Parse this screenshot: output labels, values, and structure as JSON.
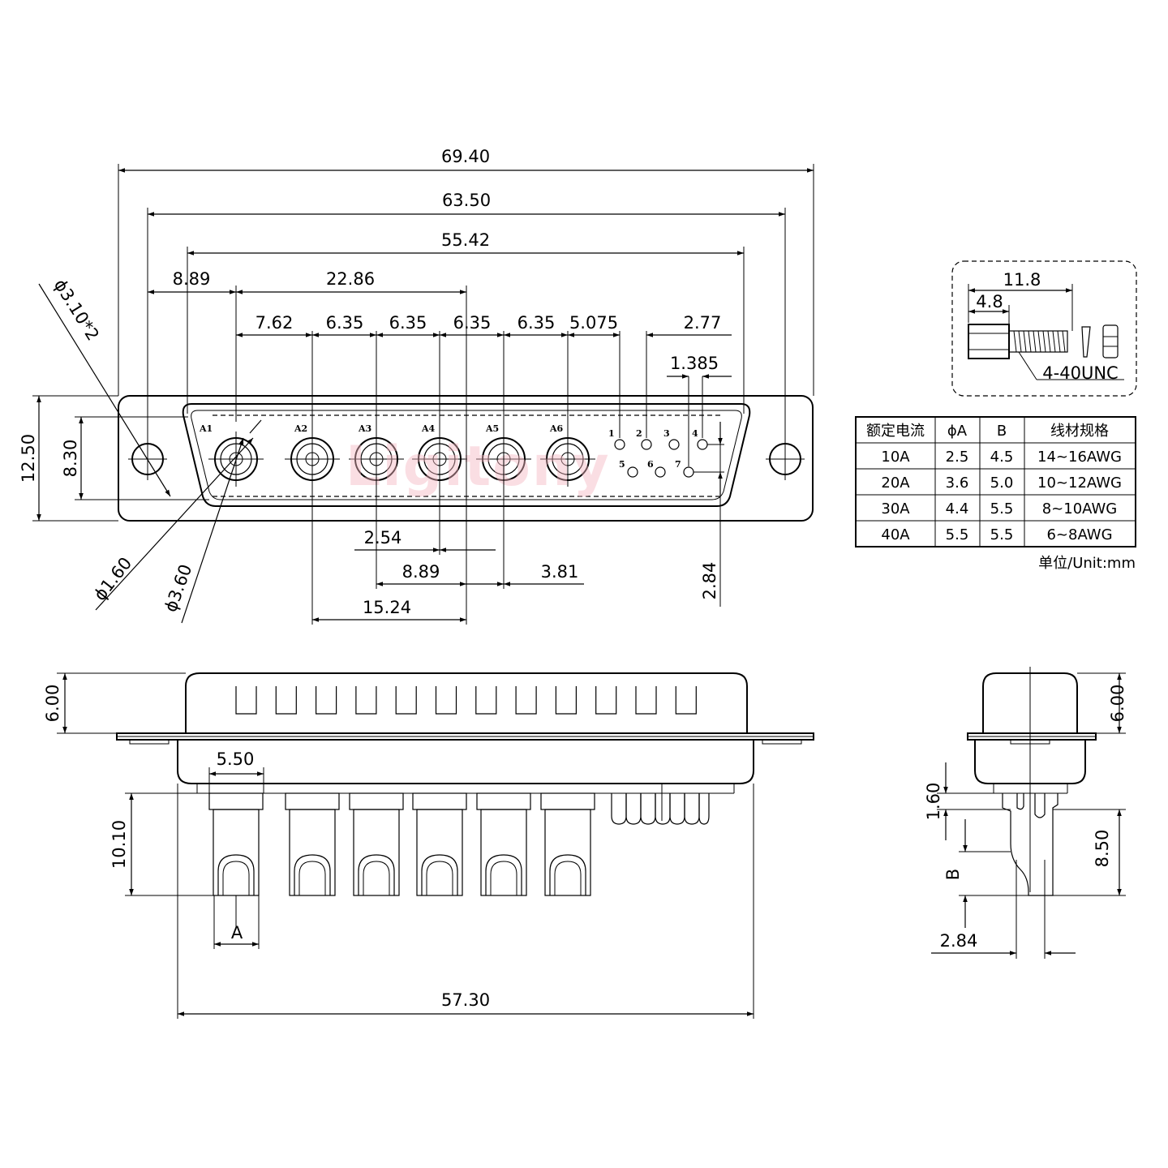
{
  "watermark": "Ligitony",
  "front_view": {
    "pin_labels": [
      "A1",
      "A2",
      "A3",
      "A4",
      "A5",
      "A6"
    ],
    "signal_labels": [
      "1",
      "2",
      "3",
      "4",
      "5",
      "6",
      "7"
    ],
    "dims": {
      "d6940": "69.40",
      "d6350": "63.50",
      "d5542": "55.42",
      "d889": "8.89",
      "d2286": "22.86",
      "d762": "7.62",
      "d635a": "6.35",
      "d635b": "6.35",
      "d635c": "6.35",
      "d635d": "6.35",
      "d5075": "5.075",
      "d277": "2.77",
      "d1385": "1.385",
      "d1250": "12.50",
      "d830": "8.30",
      "dhole": "ϕ3.10*2",
      "d160": "ϕ1.60",
      "d360": "ϕ3.60",
      "d254": "2.54",
      "d889b": "8.89",
      "d381": "3.81",
      "d1524": "15.24",
      "d284": "2.84"
    }
  },
  "side_view": {
    "dims": {
      "d600": "6.00",
      "d550": "5.50",
      "d1010": "10.10",
      "dA": "A",
      "d5730": "57.30"
    }
  },
  "end_view": {
    "dims": {
      "d600": "6.00",
      "d160": "1.60",
      "d850": "8.50",
      "dB": "B",
      "d284": "2.84"
    }
  },
  "screw_detail": {
    "d118": "11.8",
    "d48": "4.8",
    "thread": "4-40UNC"
  },
  "spec_table": {
    "headers": [
      "额定电流",
      "ϕA",
      "B",
      "线材规格"
    ],
    "rows": [
      [
        "10A",
        "2.5",
        "4.5",
        "14~16AWG"
      ],
      [
        "20A",
        "3.6",
        "5.0",
        "10~12AWG"
      ],
      [
        "30A",
        "4.4",
        "5.5",
        "8~10AWG"
      ],
      [
        "40A",
        "5.5",
        "5.5",
        "6~8AWG"
      ]
    ],
    "unit": "单位/Unit:mm"
  }
}
